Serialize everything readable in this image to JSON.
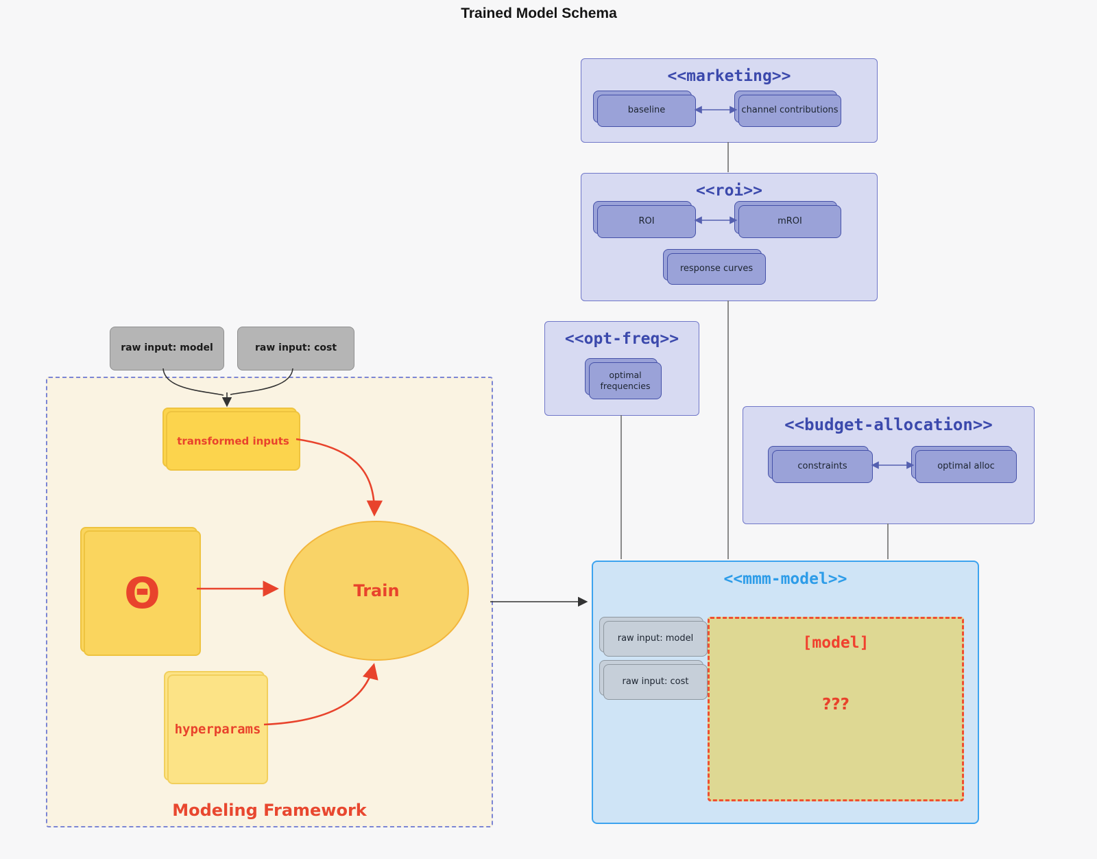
{
  "title": "Trained Model Schema",
  "colors": {
    "background": "#f7f7f8",
    "lavender_container": "#d7daf2",
    "indigo_header": "#3b49ac",
    "purple_node": "#9aa2d8",
    "purple_node_border": "#4450a8",
    "mmm_container": "#cfe4f6",
    "mmm_border": "#3ca3ef",
    "mmm_header": "#2d9ce8",
    "framework_fill": "#faf3e2",
    "framework_border": "#7b85d4",
    "gold_node": "#fcd44d",
    "pale_yellow_node": "#fce386",
    "khaki_model_box": "#ded893",
    "red_accent": "#e8432c",
    "gray_node_dark": "#b5b5b5",
    "gray_node_light": "#c6cfd9"
  },
  "external": {
    "raw_input_model": "raw input: model",
    "raw_input_cost": "raw input: cost"
  },
  "marketing": {
    "label": "<<marketing>>",
    "baseline": "baseline",
    "channel_contributions": "channel contributions"
  },
  "roi": {
    "label": "<<roi>>",
    "roi": "ROI",
    "mroi": "mROI",
    "response_curves": "response curves"
  },
  "opt_freq": {
    "label": "<<opt-freq>>",
    "optimal_frequencies": "optimal frequencies"
  },
  "budget_allocation": {
    "label": "<<budget-allocation>>",
    "constraints": "constraints",
    "optimal_alloc": "optimal alloc"
  },
  "mmm_model": {
    "label": "<<mmm-model>>",
    "raw_input_model": "raw input: model",
    "raw_input_cost": "raw input: cost",
    "model_placeholder": "[model]",
    "unknown": "???"
  },
  "framework": {
    "label": "Modeling Framework",
    "transformed_inputs": "transformed inputs",
    "theta": "Θ",
    "train": "Train",
    "hyperparams": "hyperparams"
  }
}
